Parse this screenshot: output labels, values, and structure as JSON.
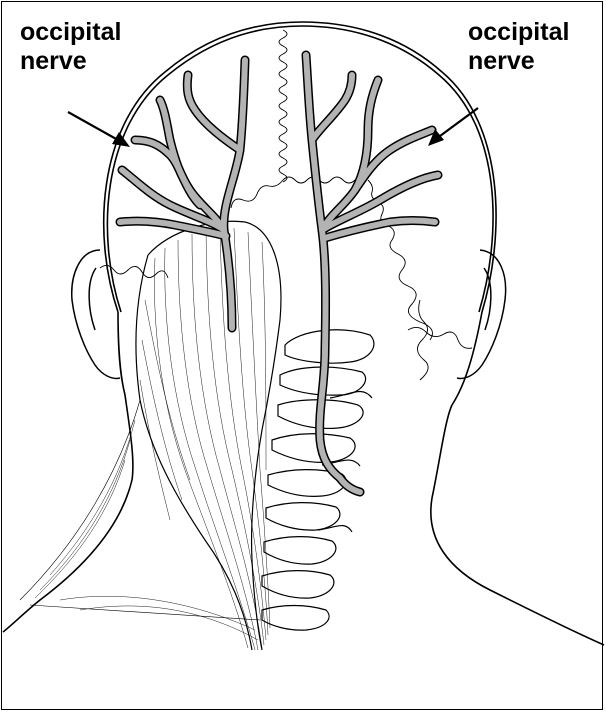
{
  "labels": {
    "left": {
      "line1": "occipital",
      "line2": "nerve"
    },
    "right": {
      "line1": "occipital",
      "line2": "nerve"
    }
  },
  "colors": {
    "outline": "#000000",
    "nerve_fill": "#b3b3b3",
    "background": "#ffffff"
  }
}
